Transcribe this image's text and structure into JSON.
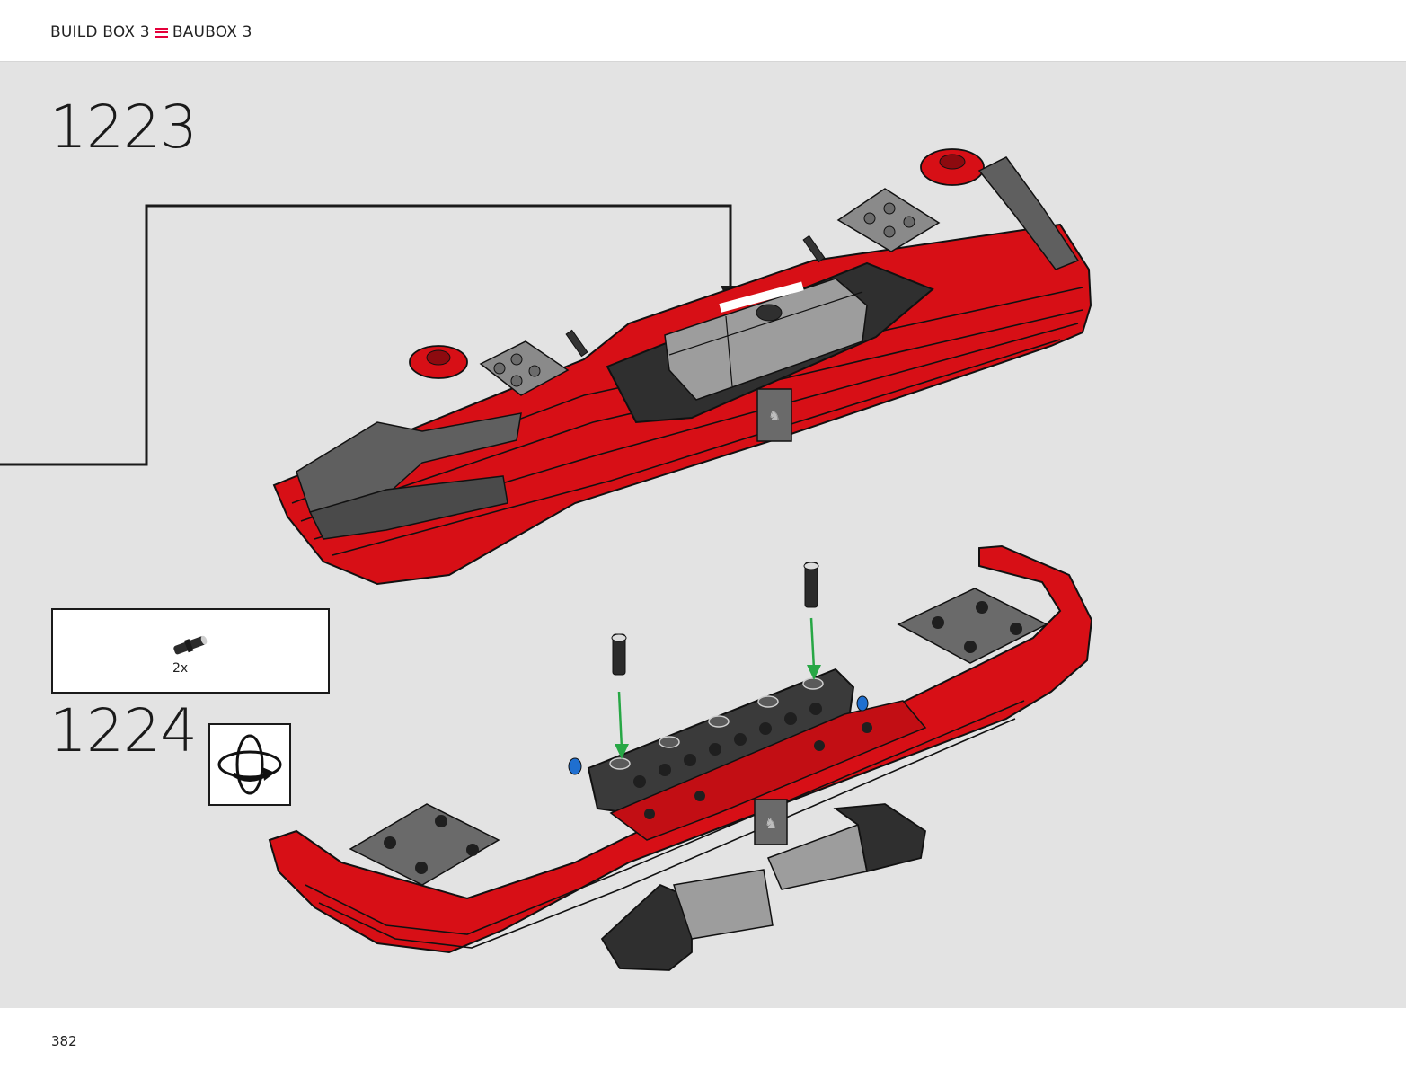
{
  "header": {
    "left_label": "BUILD BOX 3",
    "right_label": "BAUBOX 3",
    "separator_icon": "triple-bar-icon",
    "accent_color": "#e4003a"
  },
  "steps": [
    {
      "number": "1223"
    },
    {
      "number": "1224",
      "parts": [
        {
          "icon": "technic-pin-icon",
          "quantity": "2x"
        }
      ],
      "rotate_icon": "rotate-model-icon"
    }
  ],
  "colors": {
    "background": "#e3e3e3",
    "brick_red": "#d70f16",
    "dark_grey": "#2f2f2f",
    "light_grey": "#9d9d9d",
    "guide_arrow": "#27a745"
  },
  "footer": {
    "page_number": "382"
  }
}
